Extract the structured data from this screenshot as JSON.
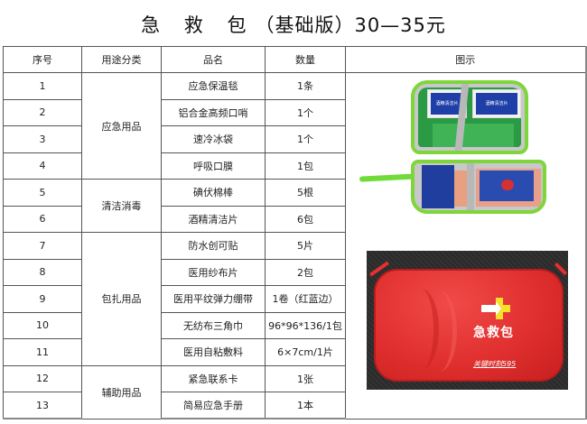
{
  "title": {
    "main": "急 救 包",
    "edition": "（基础版）",
    "price": "30—35元"
  },
  "table": {
    "headers": [
      "序号",
      "用途分类",
      "品名",
      "数量",
      "图示"
    ],
    "categories": [
      {
        "label": "应急用品",
        "rowspan": 4
      },
      {
        "label": "清洁消毒",
        "rowspan": 2
      },
      {
        "label": "包扎用品",
        "rowspan": 5
      },
      {
        "label": "辅助用品",
        "rowspan": 2
      }
    ],
    "rows": [
      {
        "no": "1",
        "name": "应急保温毯",
        "qty": "1条"
      },
      {
        "no": "2",
        "name": "铝合金高频口哨",
        "qty": "1个"
      },
      {
        "no": "3",
        "name": "速冷冰袋",
        "qty": "1个"
      },
      {
        "no": "4",
        "name": "呼吸口膜",
        "qty": "1包"
      },
      {
        "no": "5",
        "name": "碘伏棉棒",
        "qty": "5根"
      },
      {
        "no": "6",
        "name": "酒精清洁片",
        "qty": "6包"
      },
      {
        "no": "7",
        "name": "防水创可贴",
        "qty": "5片"
      },
      {
        "no": "8",
        "name": "医用纱布片",
        "qty": "2包"
      },
      {
        "no": "9",
        "name": "医用平纹弹力绷带",
        "qty": "1卷（红蓝边）"
      },
      {
        "no": "10",
        "name": "无纺布三角巾",
        "qty": "96*96*136/1包"
      },
      {
        "no": "11",
        "name": "医用自粘敷料",
        "qty": "6×7cm/1片"
      },
      {
        "no": "12",
        "name": "紧急联系卡",
        "qty": "1张"
      },
      {
        "no": "13",
        "name": "简易应急手册",
        "qty": "1本"
      }
    ]
  },
  "images": {
    "green_case": {
      "packet_text": "酒精清洁片",
      "colors": {
        "case": "#7ed63a",
        "packet": "#1e3fa8"
      }
    },
    "red_case": {
      "label": "急救包",
      "brand": "关键时刻595",
      "colors": {
        "case": "#e0302f",
        "cross": "#f6e02a",
        "background": "#2b2b2b"
      }
    }
  }
}
